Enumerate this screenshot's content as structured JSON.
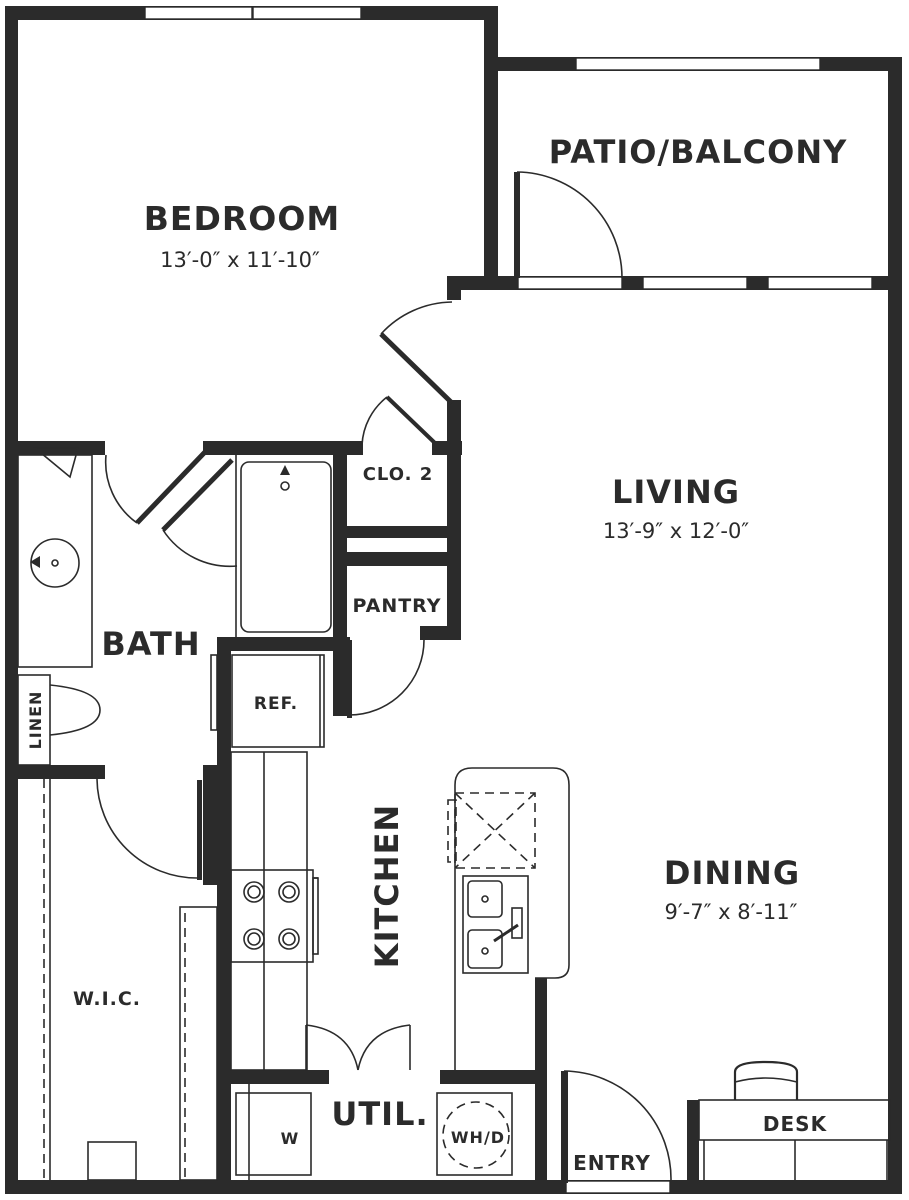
{
  "plan": {
    "type": "apartment floor plan",
    "layout": "1 bedroom / 1 bath",
    "colors": {
      "wall": "#2b2b2b",
      "background": "#ffffff"
    }
  },
  "rooms": {
    "bedroom": {
      "name": "BEDROOM",
      "dimensions": "13′-0″ x 11′-10″"
    },
    "patio": {
      "name": "PATIO/BALCONY"
    },
    "living": {
      "name": "LIVING",
      "dimensions": "13′-9″ x 12′-0″"
    },
    "dining": {
      "name": "DINING",
      "dimensions": "9′-7″ x 8′-11″"
    },
    "bath": {
      "name": "BATH"
    },
    "closet2": {
      "name": "CLO. 2"
    },
    "pantry": {
      "name": "PANTRY"
    },
    "linen": {
      "name": "LINEN"
    },
    "kitchen": {
      "name": "KITCHEN"
    },
    "wic": {
      "name": "W.I.C."
    },
    "utility": {
      "name": "UTIL."
    },
    "entry": {
      "name": "ENTRY"
    },
    "desk": {
      "name": "DESK"
    }
  },
  "fixtures": {
    "refrigerator": "REF.",
    "washer": "W",
    "water_heater_dryer": "WH/D"
  }
}
